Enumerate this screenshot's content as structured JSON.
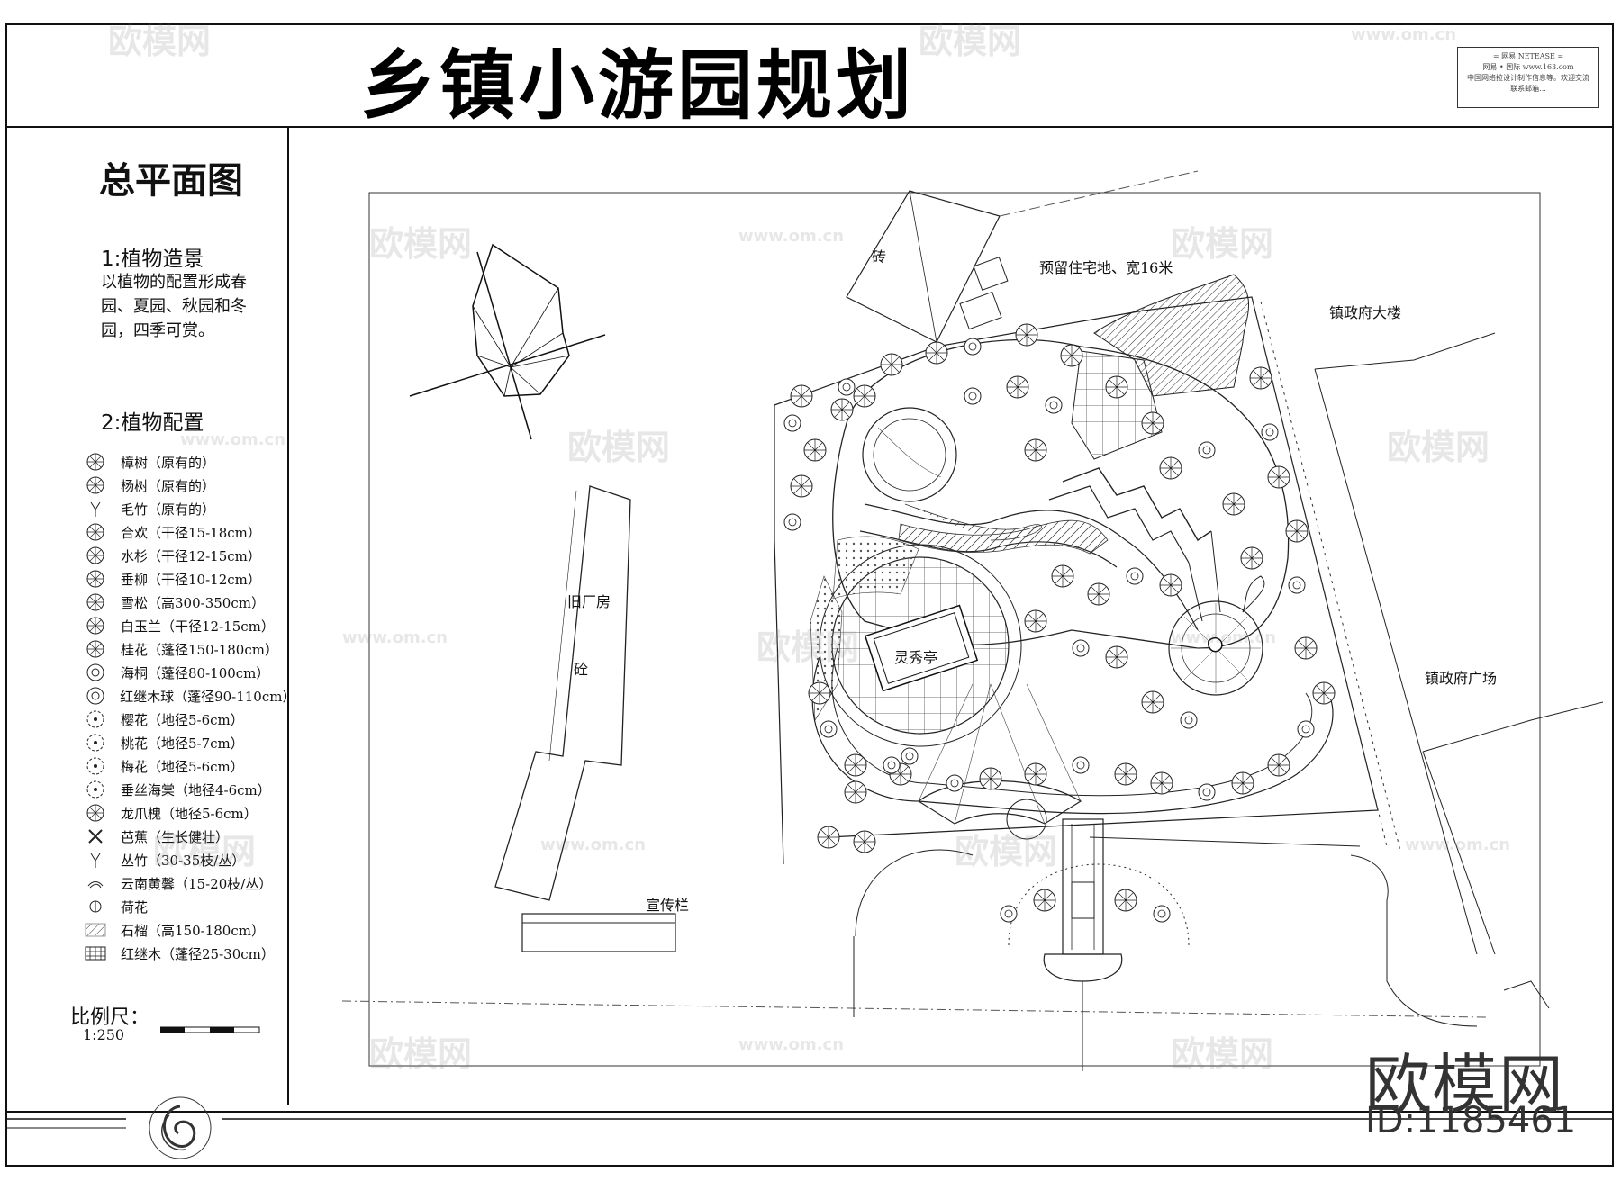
{
  "title": "乡镇小游园规划",
  "stamp": {
    "line1": "= 网易 NETEASE =",
    "line2": "网易 • 国际 www.163.com",
    "line3": "中国网络拉设计制作信息等。欢迎交流",
    "line4": "联系邮箱..."
  },
  "left_panel": {
    "heading": "总平面图",
    "section1_title": "1:植物造景",
    "section1_desc": "以植物的配置形成春园、夏园、秋园和冬园，四季可赏。",
    "section2_title": "2:植物配置",
    "legend": [
      {
        "icon": "tree-icon",
        "label": "樟树（原有的）"
      },
      {
        "icon": "tree-icon",
        "label": "杨树（原有的）"
      },
      {
        "icon": "bamboo-icon",
        "label": "毛竹（原有的）"
      },
      {
        "icon": "tree-icon",
        "label": "合欢（干径15-18cm）"
      },
      {
        "icon": "tree-icon",
        "label": "水杉（干径12-15cm）"
      },
      {
        "icon": "tree-icon",
        "label": "垂柳（干径10-12cm）"
      },
      {
        "icon": "tree-icon",
        "label": "雪松（高300-350cm）"
      },
      {
        "icon": "tree-icon",
        "label": "白玉兰（干径12-15cm）"
      },
      {
        "icon": "tree-icon",
        "label": "桂花（蓬径150-180cm）"
      },
      {
        "icon": "shrub-icon",
        "label": "海桐（蓬径80-100cm）"
      },
      {
        "icon": "shrub-icon",
        "label": "红继木球（蓬径90-110cm）"
      },
      {
        "icon": "flower-icon",
        "label": "樱花（地径5-6cm）"
      },
      {
        "icon": "flower-icon",
        "label": "桃花（地径5-7cm）"
      },
      {
        "icon": "flower-icon",
        "label": "梅花（地径5-6cm）"
      },
      {
        "icon": "flower-icon",
        "label": "垂丝海棠（地径4-6cm）"
      },
      {
        "icon": "tree-icon",
        "label": "龙爪槐（地径5-6cm）"
      },
      {
        "icon": "banana-icon",
        "label": "芭蕉（生长健壮）"
      },
      {
        "icon": "bamboo-icon",
        "label": "丛竹（30-35枝/丛）"
      },
      {
        "icon": "grass-icon",
        "label": "云南黄馨（15-20枝/丛）"
      },
      {
        "icon": "lotus-icon",
        "label": "荷花"
      },
      {
        "icon": "hatch-icon",
        "label": "石榴（高150-180cm）"
      },
      {
        "icon": "grid-icon",
        "label": "红继木（蓬径25-30cm）"
      }
    ],
    "scale_label": "比例尺：",
    "scale_value": "1:250"
  },
  "plan_labels": {
    "brick": "砖",
    "reserved": "预留住宅地、宽16米",
    "gov_building": "镇政府大楼",
    "old_factory": "旧厂房",
    "concrete": "砼",
    "pavilion": "灵秀亭",
    "gov_square": "镇政府广场",
    "bulletin": "宣传栏"
  },
  "brand": {
    "name": "欧模网",
    "id": "ID:1185461"
  },
  "watermark": "欧模网",
  "watermark_url": "www.om.cn"
}
